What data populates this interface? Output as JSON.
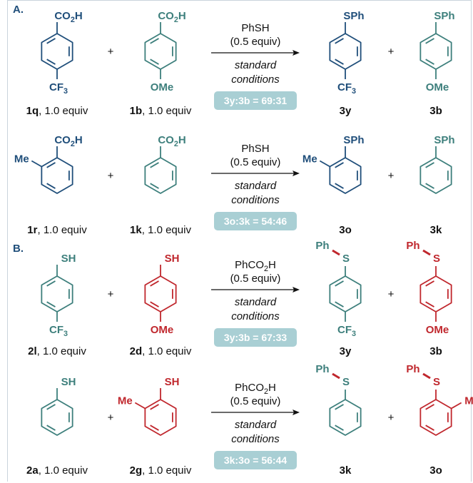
{
  "sections": {
    "a": {
      "label": "A.",
      "rows": [
        {
          "reactant1": {
            "top": "CO2H",
            "para": "CF3",
            "caption_bold": "1q",
            "caption_rest": ", 1.0 equiv",
            "color": "#1f4e7a"
          },
          "reactant2": {
            "top": "CO2H",
            "para": "OMe",
            "caption_bold": "1b",
            "caption_rest": ", 1.0 equiv",
            "color": "#3d7f7c"
          },
          "reagent_line1": "PhSH",
          "reagent_line2": "(0.5 equiv)",
          "cond_line1": "standard",
          "cond_line2": "conditions",
          "ratio": "3y:3b = 69:31",
          "product1": {
            "top": "SPh",
            "para": "CF3",
            "label": "3y",
            "color": "#1f4e7a"
          },
          "product2": {
            "top": "SPh",
            "para": "OMe",
            "label": "3b",
            "color": "#3d7f7c"
          }
        },
        {
          "reactant1": {
            "top": "CO2H",
            "ortho": "Me",
            "caption_bold": "1r",
            "caption_rest": ", 1.0 equiv",
            "color": "#1f4e7a"
          },
          "reactant2": {
            "top": "CO2H",
            "caption_bold": "1k",
            "caption_rest": ", 1.0 equiv",
            "color": "#3d7f7c"
          },
          "reagent_line1": "PhSH",
          "reagent_line2": "(0.5 equiv)",
          "cond_line1": "standard",
          "cond_line2": "conditions",
          "ratio": "3o:3k = 54:46",
          "product1": {
            "top": "SPh",
            "ortho": "Me",
            "label": "3o",
            "color": "#1f4e7a"
          },
          "product2": {
            "top": "SPh",
            "label": "3k",
            "color": "#3d7f7c"
          }
        }
      ]
    },
    "b": {
      "label": "B.",
      "rows": [
        {
          "reactant1": {
            "top": "SH",
            "para": "CF3",
            "caption_bold": "2l",
            "caption_rest": ", 1.0 equiv",
            "color": "#3d7f7c"
          },
          "reactant2": {
            "top": "SH",
            "para": "OMe",
            "caption_bold": "2d",
            "caption_rest": ", 1.0 equiv",
            "color": "#c0272d"
          },
          "reagent_line1": "PhCO2H",
          "reagent_line2": "(0.5 equiv)",
          "cond_line1": "standard",
          "cond_line2": "conditions",
          "ratio": "3y:3b = 67:33",
          "product1": {
            "top": "Ph",
            "s": "S",
            "para": "CF3",
            "label": "3y",
            "color": "#3d7f7c"
          },
          "product2": {
            "top": "Ph",
            "s": "S",
            "para": "OMe",
            "label": "3b",
            "color": "#c0272d"
          }
        },
        {
          "reactant1": {
            "top": "SH",
            "caption_bold": "2a",
            "caption_rest": ", 1.0 equiv",
            "color": "#3d7f7c"
          },
          "reactant2": {
            "top": "SH",
            "ortho": "Me",
            "caption_bold": "2g",
            "caption_rest": ", 1.0 equiv",
            "color": "#c0272d"
          },
          "reagent_line1": "PhCO2H",
          "reagent_line2": "(0.5 equiv)",
          "cond_line1": "standard",
          "cond_line2": "conditions",
          "ratio": "3k:3o = 56:44",
          "product1": {
            "top": "Ph",
            "s": "S",
            "label": "3k",
            "color": "#3d7f7c"
          },
          "product2": {
            "top": "Ph",
            "s": "S",
            "ortho": "Me",
            "label": "3o",
            "color": "#c0272d"
          }
        }
      ]
    }
  },
  "plus": "+",
  "colors": {
    "navy": "#1f4e7a",
    "teal": "#3d7f7c",
    "red": "#c0272d",
    "ratio_bg": "#a9cfd4",
    "sulfur_bond": "#c0272d"
  }
}
